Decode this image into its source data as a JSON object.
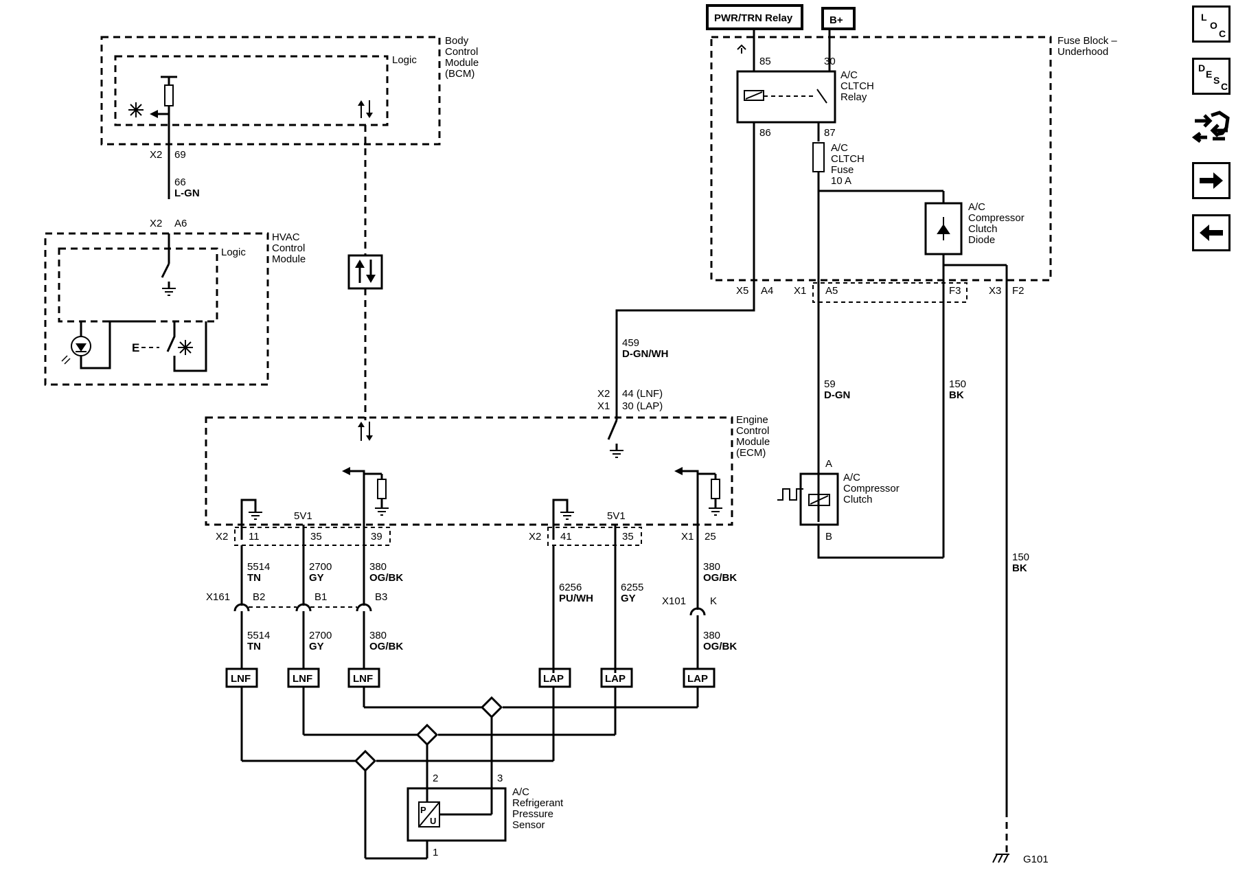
{
  "nav": {
    "loc": [
      "L",
      "O",
      "C"
    ],
    "desc": [
      "D",
      "E",
      "S",
      "C"
    ],
    "icons": [
      "connector-end-view-icon",
      "next-page-arrow-icon",
      "previous-page-arrow-icon"
    ]
  },
  "modules": {
    "bcm": {
      "title_lines": [
        "Body",
        "Control",
        "Module",
        "(BCM)"
      ],
      "logic": "Logic"
    },
    "hvac": {
      "title_lines": [
        "HVAC",
        "Control",
        "Module"
      ],
      "logic": "Logic"
    },
    "ecm": {
      "title_lines": [
        "Engine",
        "Control",
        "Module",
        "(ECM)"
      ]
    },
    "fuse_block": {
      "title_lines": [
        "Fuse Block –",
        "Underhood"
      ]
    }
  },
  "top_labels": {
    "pwr_trn": "PWR/TRN Relay",
    "bplus": "B+"
  },
  "relay": {
    "pin85": "85",
    "pin30": "30",
    "pin86": "86",
    "pin87": "87",
    "name_lines": [
      "A/C",
      "CLTCH",
      "Relay"
    ]
  },
  "fuse": {
    "name_lines": [
      "A/C",
      "CLTCH",
      "Fuse",
      "10 A"
    ]
  },
  "diode": {
    "name_lines": [
      "A/C",
      "Compressor",
      "Clutch",
      "Diode"
    ]
  },
  "fuse_connectors": {
    "x5": "X5",
    "a4": "A4",
    "x1": "X1",
    "a5": "A5",
    "f3": "F3",
    "x3": "X3",
    "f2": "F2"
  },
  "bcm_wire": {
    "conn_top": "X2",
    "pin_top": "69",
    "circuit": "66",
    "color": "L-GN",
    "conn_bot": "X2",
    "pin_bot": "A6"
  },
  "ecm_relay_wire": {
    "circuit": "459",
    "color": "D-GN/WH",
    "conn_a": "X2",
    "pin_a": "44 (LNF)",
    "conn_b": "X1",
    "pin_b": "30 (LAP)"
  },
  "clutch_wire": {
    "circuit": "59",
    "color": "D-GN"
  },
  "diode_wire": {
    "circuit": "150",
    "color": "BK"
  },
  "ground_wire": {
    "circuit": "150",
    "color": "BK",
    "ground": "G101"
  },
  "clutch": {
    "name_lines": [
      "A/C",
      "Compressor",
      "Clutch"
    ],
    "pin_a": "A",
    "pin_b": "B"
  },
  "ecm_pins": {
    "left_conn": "X2",
    "p11": "11",
    "p35a": "35",
    "p39": "39",
    "v1a": "5V1",
    "mid_conn": "X2",
    "p41": "41",
    "p35b": "35",
    "v1b": "5V1",
    "right_conn": "X1",
    "p25": "25"
  },
  "wires_upper": [
    {
      "circuit": "5514",
      "color": "TN"
    },
    {
      "circuit": "2700",
      "color": "GY"
    },
    {
      "circuit": "380",
      "color": "OG/BK"
    },
    {
      "circuit": "6256",
      "color": "PU/WH"
    },
    {
      "circuit": "6255",
      "color": "GY"
    },
    {
      "circuit": "380",
      "color": "OG/BK"
    }
  ],
  "inline_conn": {
    "x161": "X161",
    "b2": "B2",
    "b1": "B1",
    "b3": "B3",
    "x101": "X101",
    "k": "K"
  },
  "wires_lower": [
    {
      "circuit": "5514",
      "color": "TN"
    },
    {
      "circuit": "2700",
      "color": "GY"
    },
    {
      "circuit": "380",
      "color": "OG/BK"
    },
    {
      "circuit": "380",
      "color": "OG/BK"
    }
  ],
  "options": [
    "LNF",
    "LNF",
    "LNF",
    "LAP",
    "LAP",
    "LAP"
  ],
  "sensor": {
    "name_lines": [
      "A/C",
      "Refrigerant",
      "Pressure",
      "Sensor"
    ],
    "pin1": "1",
    "pin2": "2",
    "pin3": "3",
    "glyph_p": "P",
    "glyph_u": "U"
  },
  "hvac_switch": {
    "e_label": "E"
  }
}
